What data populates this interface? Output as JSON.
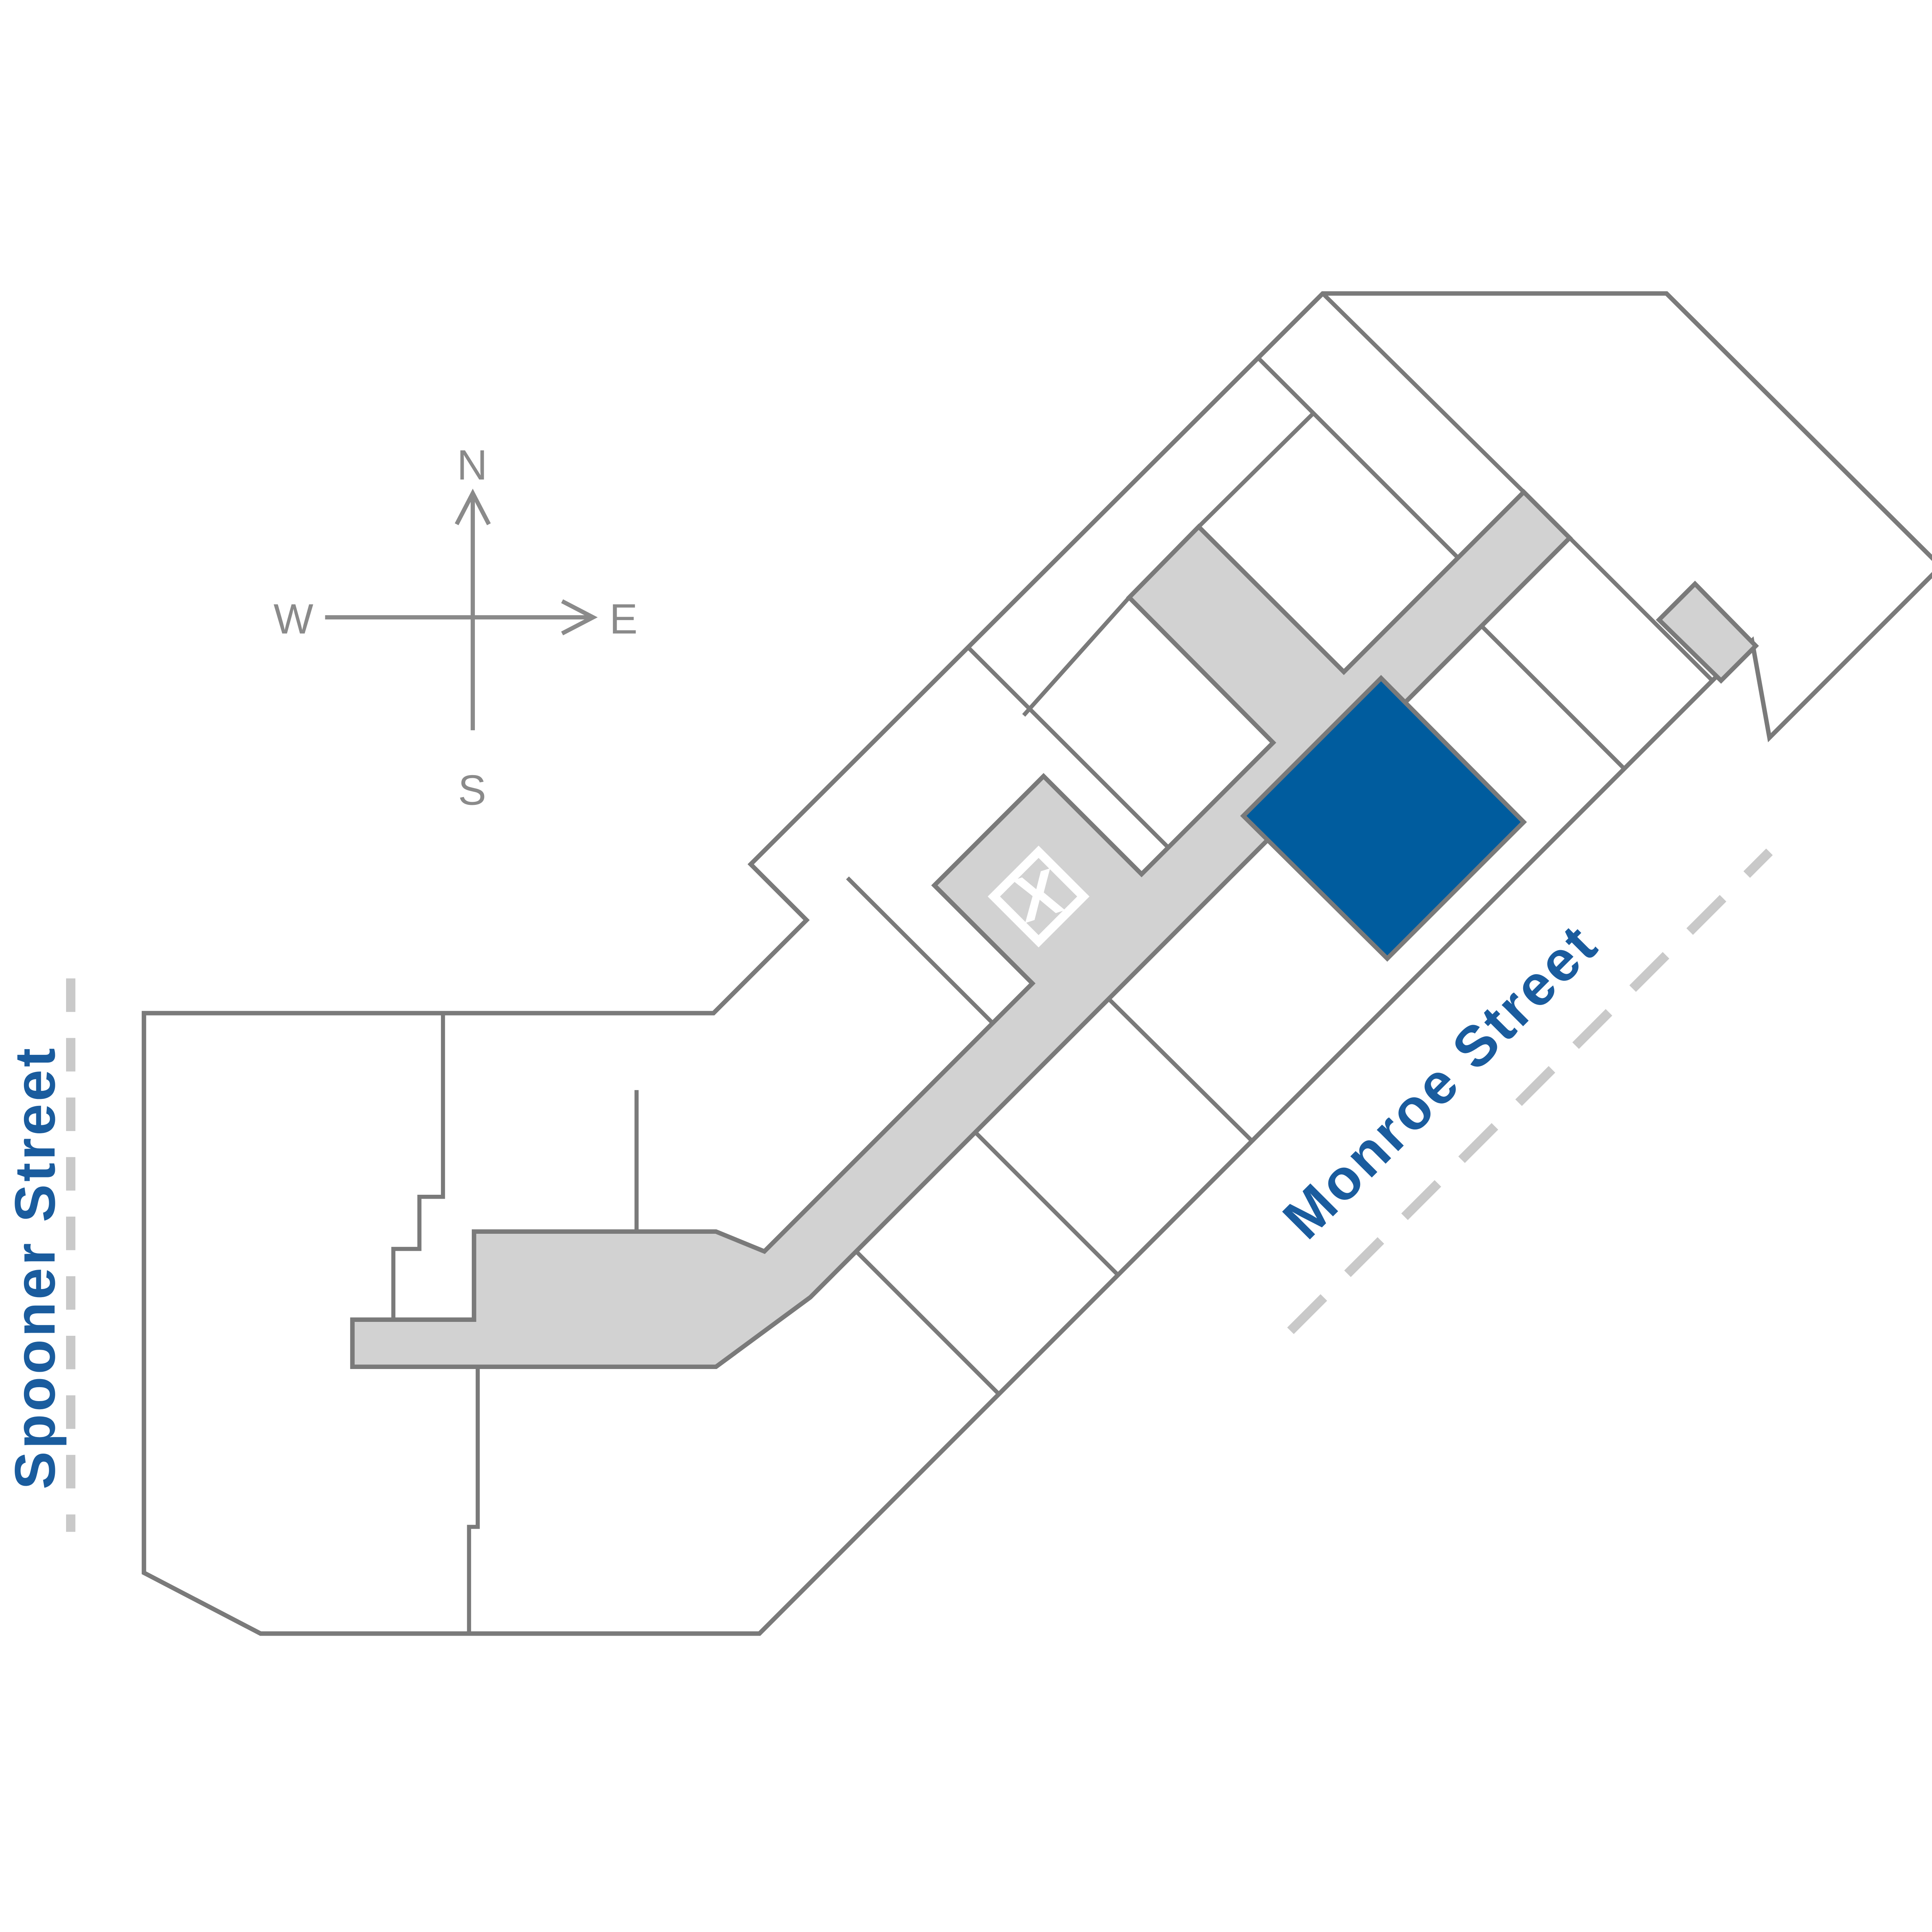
{
  "site_plan": {
    "streets": {
      "spooner": "Spooner Street",
      "monroe": "Monroe Street"
    },
    "compass": {
      "north": "N",
      "south": "S",
      "east": "E",
      "west": "W"
    },
    "marker": {
      "label": "X"
    },
    "colors": {
      "outline": "#7a7a7a",
      "unit_fill": "#ffffff",
      "corridor_fill": "#d2d2d2",
      "highlight_fill": "#005c9e",
      "street_label": "#1a5c9e",
      "dashed_line": "#c9c9c9",
      "compass": "#8a8a8a",
      "marker_ring": "#ffffff",
      "marker_label": "#ffffff"
    }
  }
}
